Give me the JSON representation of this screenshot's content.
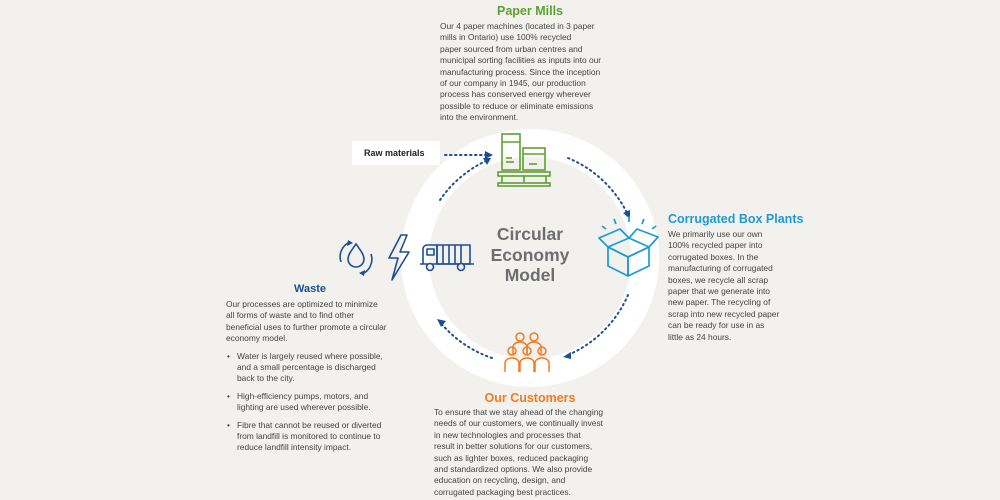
{
  "center_title": [
    "Circular",
    "Economy",
    "Model"
  ],
  "raw_materials": "Raw materials",
  "paper_mills": {
    "title": "Paper Mills",
    "color": "#5fa033",
    "lines": [
      "Our 4 paper machines (located in 3 paper",
      "mills in Ontario) use 100% recycled",
      "paper sourced from urban centres and",
      "municipal sorting facilities as inputs into our",
      "manufacturing process. Since the inception",
      "of our company in 1945, our production",
      "process has conserved energy wherever",
      "possible to reduce or eliminate emissions",
      "into the environment."
    ]
  },
  "box_plants": {
    "title": "Corrugated Box Plants",
    "color": "#1f9bd1",
    "lines": [
      "We primarily use our own",
      "100% recycled paper into",
      "corrugated boxes. In the",
      "manufacturing of corrugated",
      "boxes, we recycle all scrap",
      "paper that we generate into",
      "new paper. The recycling of",
      "scrap into new recycled paper",
      "can be ready for use in as",
      "little as 24 hours."
    ]
  },
  "customers": {
    "title": "Our Customers",
    "color": "#f07c22",
    "lines": [
      "To ensure that we stay ahead of the changing",
      "needs of our customers, we continually invest",
      "in new technologies and processes that",
      "result in better solutions for our customers,",
      "such as lighter boxes, reduced packaging",
      "and standardized options. We also provide",
      "education on recycling, design, and",
      "corrugated packaging best practices."
    ]
  },
  "waste": {
    "title": "Waste",
    "color": "#1e4f93",
    "intro_lines": [
      "Our processes are optimized to minimize",
      "all forms of waste and to find other",
      "beneficial uses to further promote a circular",
      "economy model."
    ],
    "bullets": [
      [
        "Water is largely reused where possible,",
        "and a small percentage is discharged",
        "back to the city."
      ],
      [
        "High-efficiency pumps, motors, and",
        "lighting are used wherever possible."
      ],
      [
        "Fibre that cannot be reused or diverted",
        "from landfill is monitored to continue to",
        "reduce landfill intensity impact."
      ]
    ]
  },
  "icons": {
    "paper_mills": "pallet-boxes-icon",
    "box_plants": "open-box-icon",
    "customers": "people-group-icon",
    "waste": [
      "water-cycle-icon",
      "lightning-icon",
      "garbage-truck-icon"
    ]
  },
  "colors": {
    "ring": "#ffffff",
    "arrows": "#1e4f93",
    "waste_icons": "#1e4f93",
    "center_text": "#6d6e70",
    "background": "#f2f1ee"
  }
}
